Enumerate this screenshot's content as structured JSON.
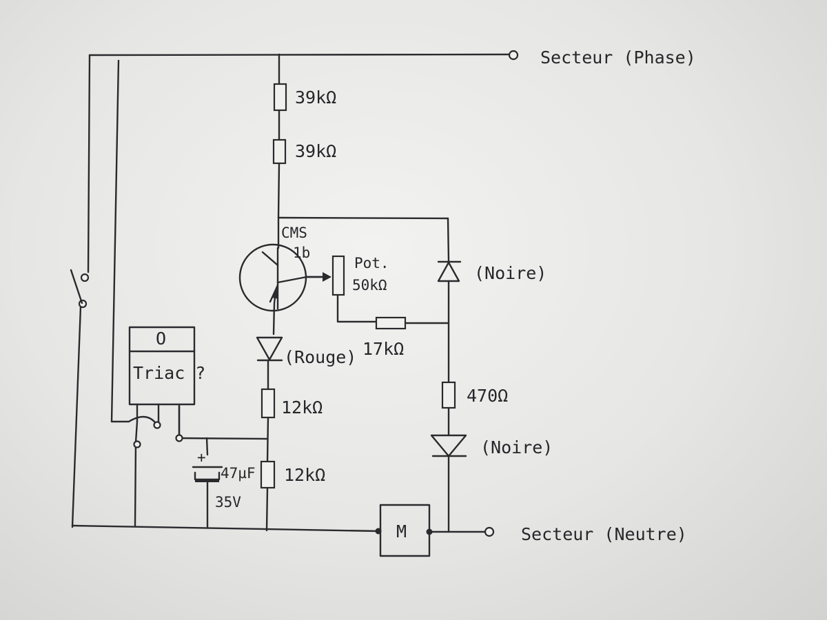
{
  "terminals": {
    "phase": "Secteur (Phase)",
    "neutral": "Secteur (Neutre)"
  },
  "labels": {
    "r_top_1": "39kΩ",
    "r_top_2": "39kΩ",
    "transistor": "CMS",
    "transistor_code": "1b",
    "pot_1": "Pot.",
    "pot_2": "50kΩ",
    "led_top": "(Noire)",
    "r_17k": "17kΩ",
    "led_red": "(Rouge)",
    "r_12k_a": "12kΩ",
    "r_12k_b": "12kΩ",
    "r_470": "470Ω",
    "led_bottom": "(Noire)",
    "cap_plus": "+",
    "cap_value": "47µF",
    "cap_voltage": "35V",
    "motor": "M",
    "triac_top": "O",
    "triac": "Triac ?"
  },
  "colors": {
    "ink": "#2a2a2e",
    "paper": "#ececea"
  }
}
